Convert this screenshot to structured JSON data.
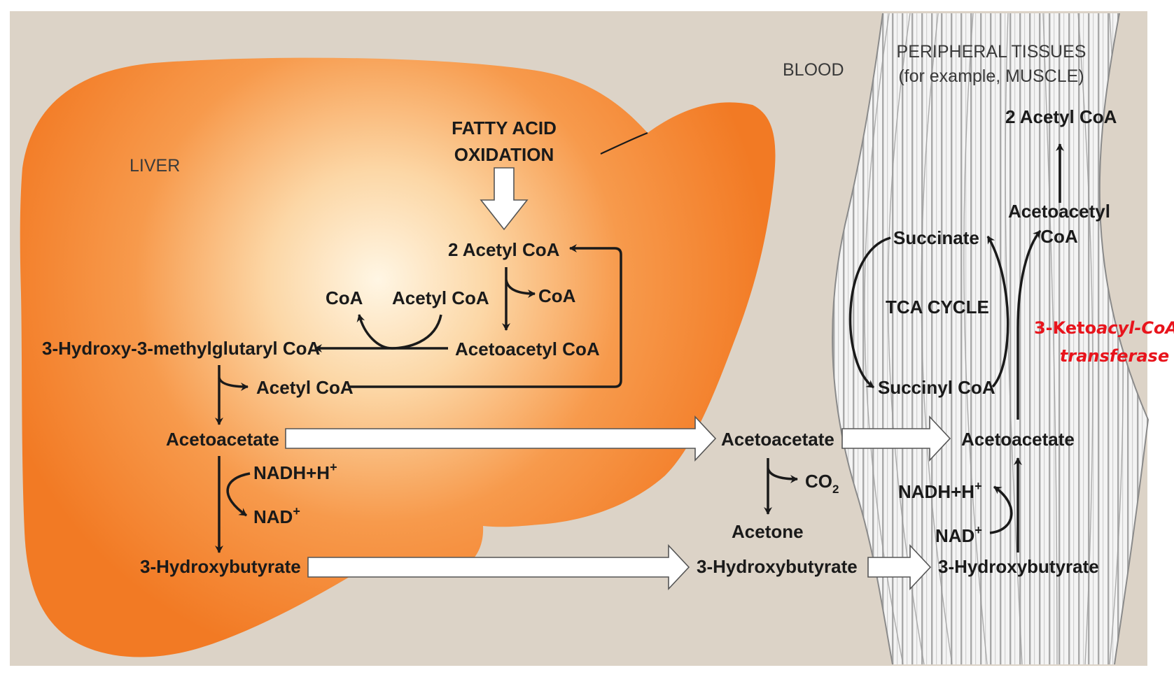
{
  "regions": {
    "liver": "LIVER",
    "blood": "BLOOD",
    "peripheral_line1": "PERIPHERAL TISSUES",
    "peripheral_line2": "(for example, MUSCLE)"
  },
  "liver": {
    "fatty_acid_line1": "FATTY ACID",
    "fatty_acid_line2": "OXIDATION",
    "two_acetyl_coa": "2 Acetyl CoA",
    "coa_left": "CoA",
    "acetyl_coa_input": "Acetyl CoA",
    "coa_right": "CoA",
    "acetoacetyl_coa": "Acetoacetyl CoA",
    "hmg_coa": "3-Hydroxy-3-methylglutaryl CoA",
    "acetyl_coa_released": "Acetyl CoA",
    "acetoacetate": "Acetoacetate",
    "nadh": "NADH+H",
    "nadh_sup": "+",
    "nad": "NAD",
    "nad_sup": "+",
    "hydroxybutyrate": "3-Hydroxybutyrate"
  },
  "blood": {
    "acetoacetate": "Acetoacetate",
    "co2": "CO",
    "co2_sub": "2",
    "acetone": "Acetone",
    "hydroxybutyrate": "3-Hydroxybutyrate"
  },
  "tissue": {
    "two_acetyl_coa": "2 Acetyl CoA",
    "acetoacetyl_line1": "Acetoacetyl",
    "acetoacetyl_line2": "CoA",
    "succinate": "Succinate",
    "tca_cycle": "TCA CYCLE",
    "succinyl_coa": "Succinyl CoA",
    "acetoacetate": "Acetoacetate",
    "nadh": "NADH+H",
    "nadh_sup": "+",
    "nad": "NAD",
    "nad_sup": "+",
    "hydroxybutyrate": "3-Hydroxybutyrate"
  },
  "enzyme": {
    "line1_prefix": "3-Keto",
    "line1_italic": "acyl-CoA",
    "line2": "transferase",
    "color": "#e8141c"
  },
  "colors": {
    "background": "#dcd3c7",
    "liver_edge": "#f27a24",
    "liver_center": "#fff4e0",
    "tissue_stripe": "#bfbfbf"
  }
}
